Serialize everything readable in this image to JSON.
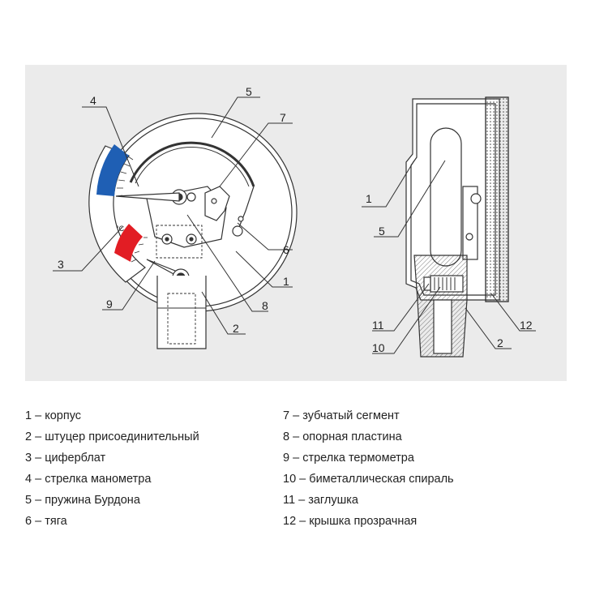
{
  "callouts": {
    "front": [
      "4",
      "5",
      "7",
      "3",
      "9",
      "6",
      "1",
      "8",
      "2"
    ],
    "side": [
      "1",
      "5",
      "11",
      "10",
      "12",
      "2"
    ],
    "unit_label": "°C"
  },
  "legend": {
    "left": [
      {
        "num": "1",
        "text": "корпус"
      },
      {
        "num": "2",
        "text": "штуцер присоединительный"
      },
      {
        "num": "3",
        "text": "циферблат"
      },
      {
        "num": "4",
        "text": "стрелка манометра"
      },
      {
        "num": "5",
        "text": "пружина Бурдона"
      },
      {
        "num": "6",
        "text": "тяга"
      }
    ],
    "right": [
      {
        "num": "7",
        "text": "зубчатый сегмент"
      },
      {
        "num": "8",
        "text": "опорная пластина"
      },
      {
        "num": "9",
        "text": "стрелка термометра"
      },
      {
        "num": "10",
        "text": "биметаллическая спираль"
      },
      {
        "num": "11",
        "text": "заглушка"
      },
      {
        "num": "12",
        "text": "крышка прозрачная"
      }
    ],
    "separator": " – "
  },
  "colors": {
    "panel": "#ebebeb",
    "line": "#333333",
    "pressure_arc": "#1f5fb4",
    "temperature_arc": "#e21d24"
  }
}
